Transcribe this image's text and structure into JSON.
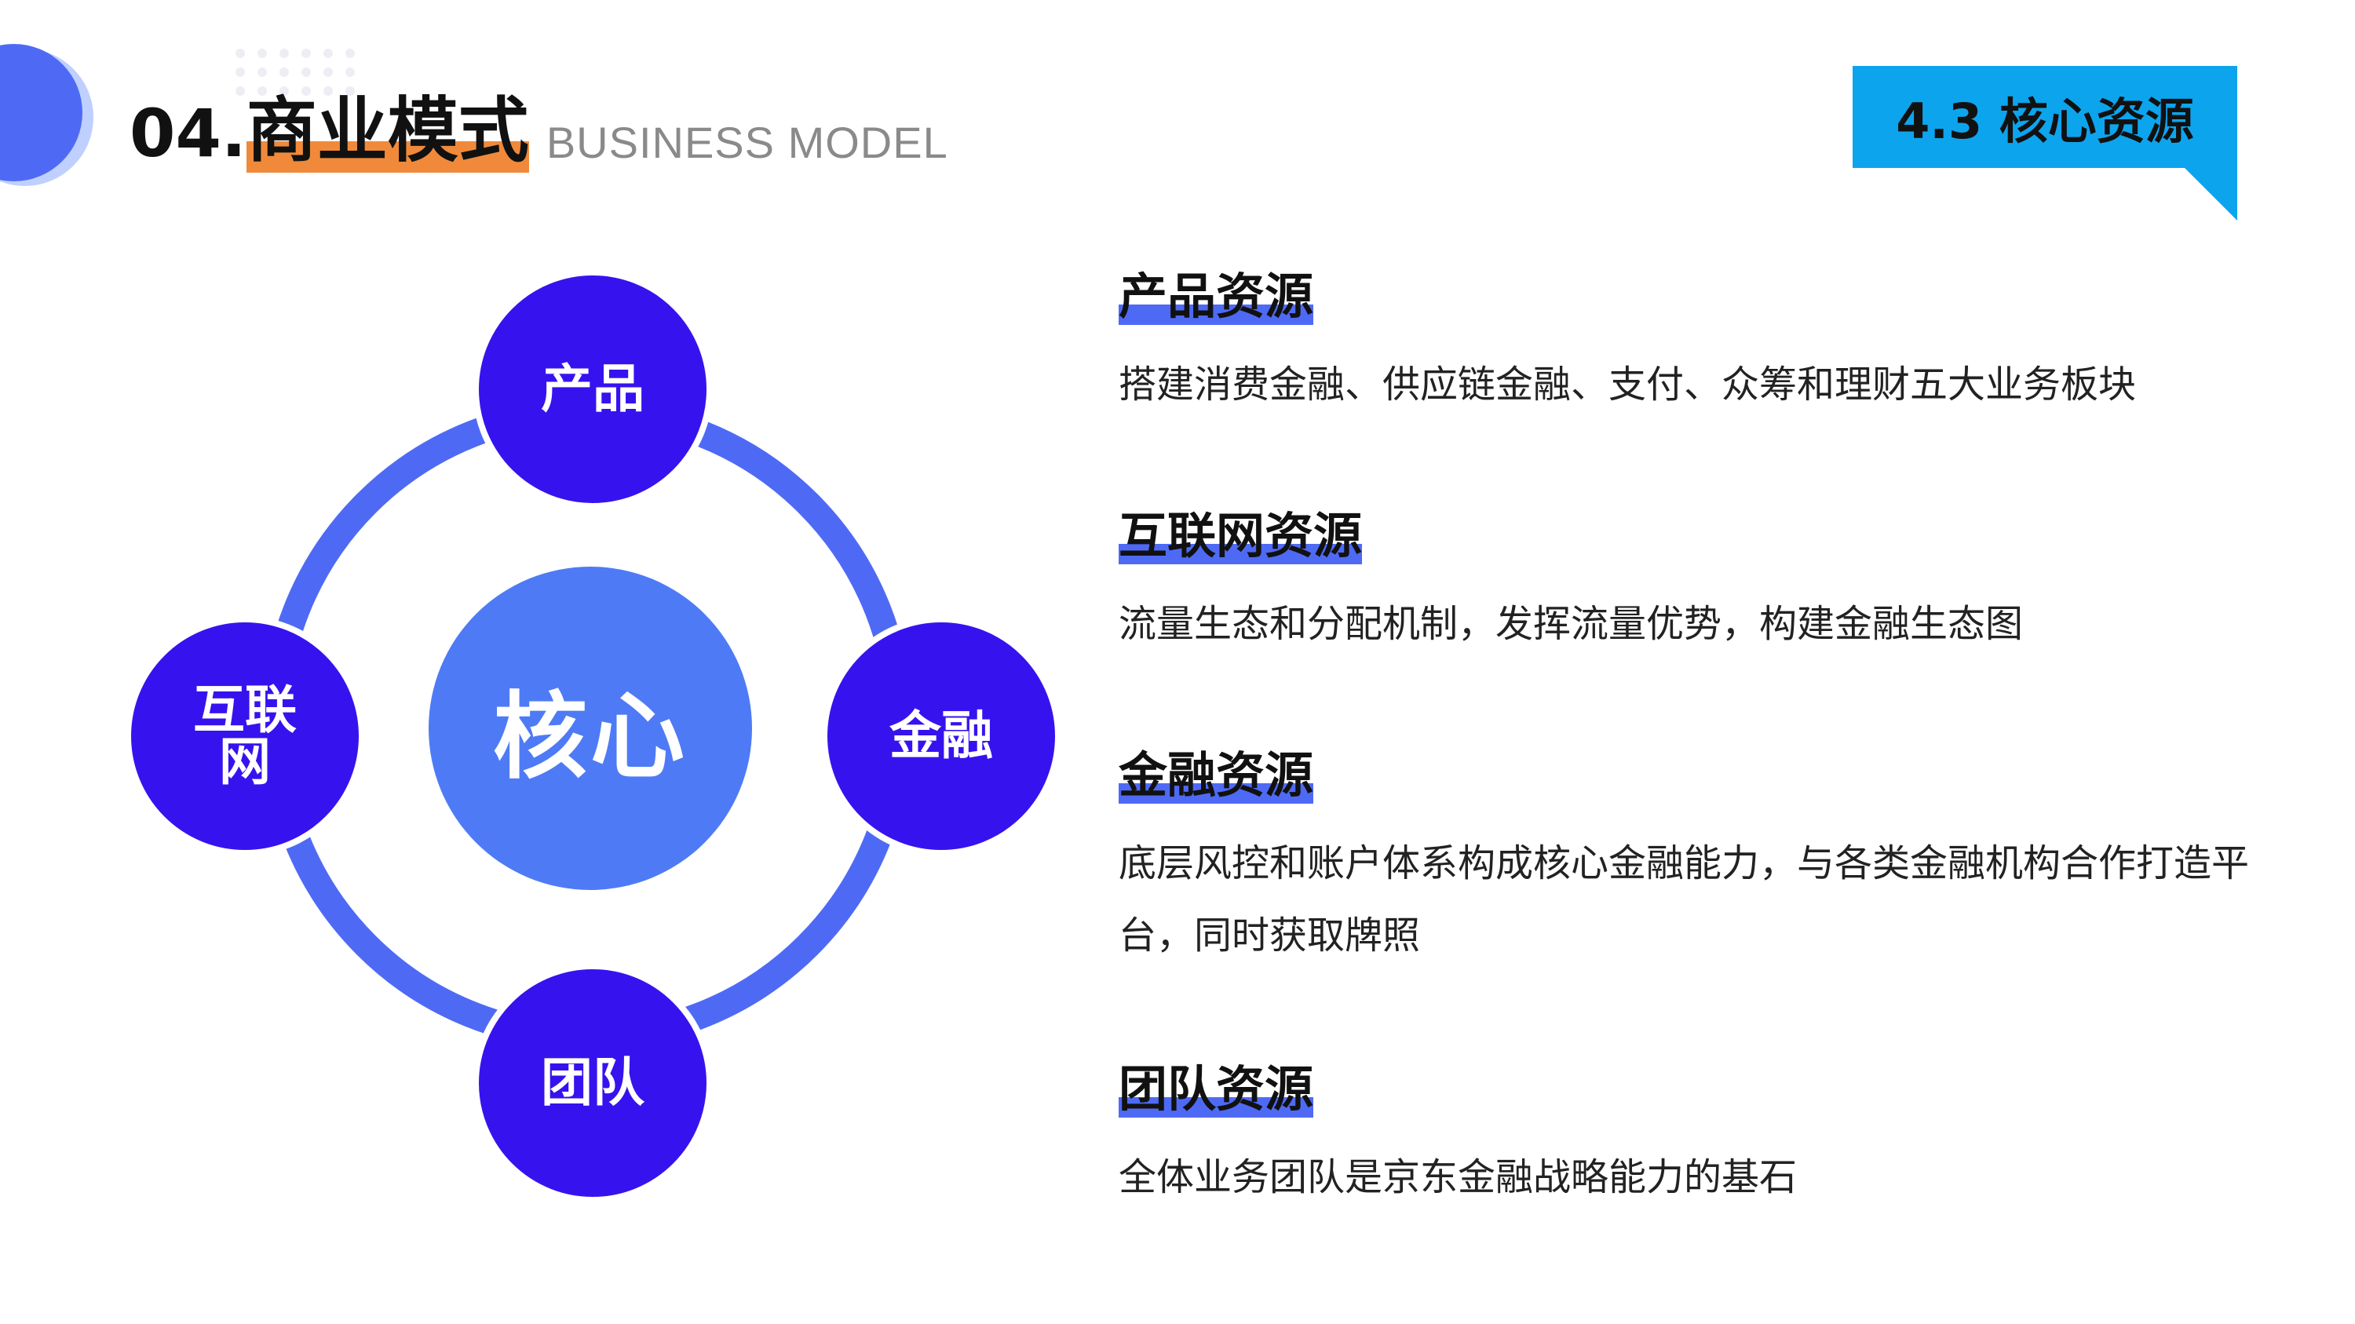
{
  "header": {
    "number": "04.",
    "title_cn": "商业模式",
    "title_en": "BUSINESS MODEL",
    "section_tag": "4.3 核心资源",
    "accent_orange": "#f08a3a",
    "accent_blue": "#0da4ee"
  },
  "diagram": {
    "center_label": "核心",
    "nodes": {
      "top": "产品",
      "right": "金融",
      "bottom": "团队",
      "left": "互联网"
    },
    "colors": {
      "ring": "#4e6af5",
      "center": "#4e7bf5",
      "node": "#3613ee"
    }
  },
  "resources": [
    {
      "title": "产品资源",
      "desc": "搭建消费金融、供应链金融、支付、众筹和理财五大业务板块"
    },
    {
      "title": "互联网资源",
      "desc": "流量生态和分配机制，发挥流量优势，构建金融生态图"
    },
    {
      "title": "金融资源",
      "desc": "底层风控和账户体系构成核心金融能力，与各类金融机构合作打造平台，同时获取牌照"
    },
    {
      "title": "团队资源",
      "desc": "全体业务团队是京东金融战略能力的基石"
    }
  ]
}
